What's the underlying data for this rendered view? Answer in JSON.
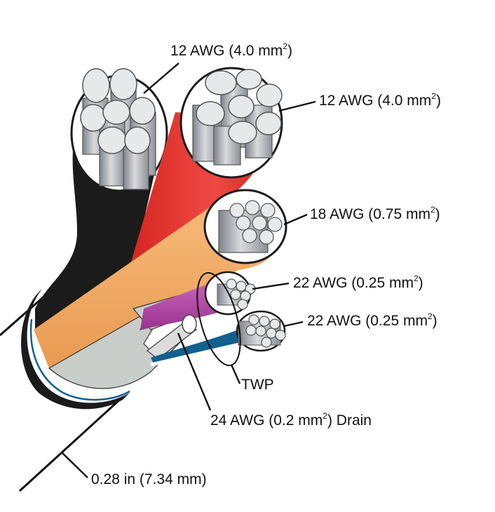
{
  "colors": {
    "jacket_black": "#1b1b1b",
    "jacket_red": "#e8302e",
    "jacket_orange": "#f2a55f",
    "jacket_magenta": "#b146a3",
    "jacket_blue": "#11608e",
    "foil_grey": "#c9cdc9",
    "strand_grey": "#b9bcc1",
    "insulation_white": "#ffffff"
  },
  "labels": {
    "black_12awg": {
      "main": "12 AWG (4.0 mm",
      "sup": "2",
      "tail": ")"
    },
    "red_12awg": {
      "main": "12 AWG (4.0 mm",
      "sup": "2",
      "tail": ")"
    },
    "orange_18awg": {
      "main": "18 AWG (0.75 mm",
      "sup": "2",
      "tail": ")"
    },
    "magenta_22awg": {
      "main": "22 AWG (0.25 mm",
      "sup": "2",
      "tail": ")"
    },
    "blue_22awg": {
      "main": "22 AWG (0.25 mm",
      "sup": "2",
      "tail": ")"
    },
    "twp": {
      "main": "TWP"
    },
    "drain": {
      "main": "24 AWG (0.2 mm",
      "sup": "2",
      "tail": ") Drain"
    },
    "diameter": {
      "main": "0.28 in (7.34 mm)"
    }
  }
}
